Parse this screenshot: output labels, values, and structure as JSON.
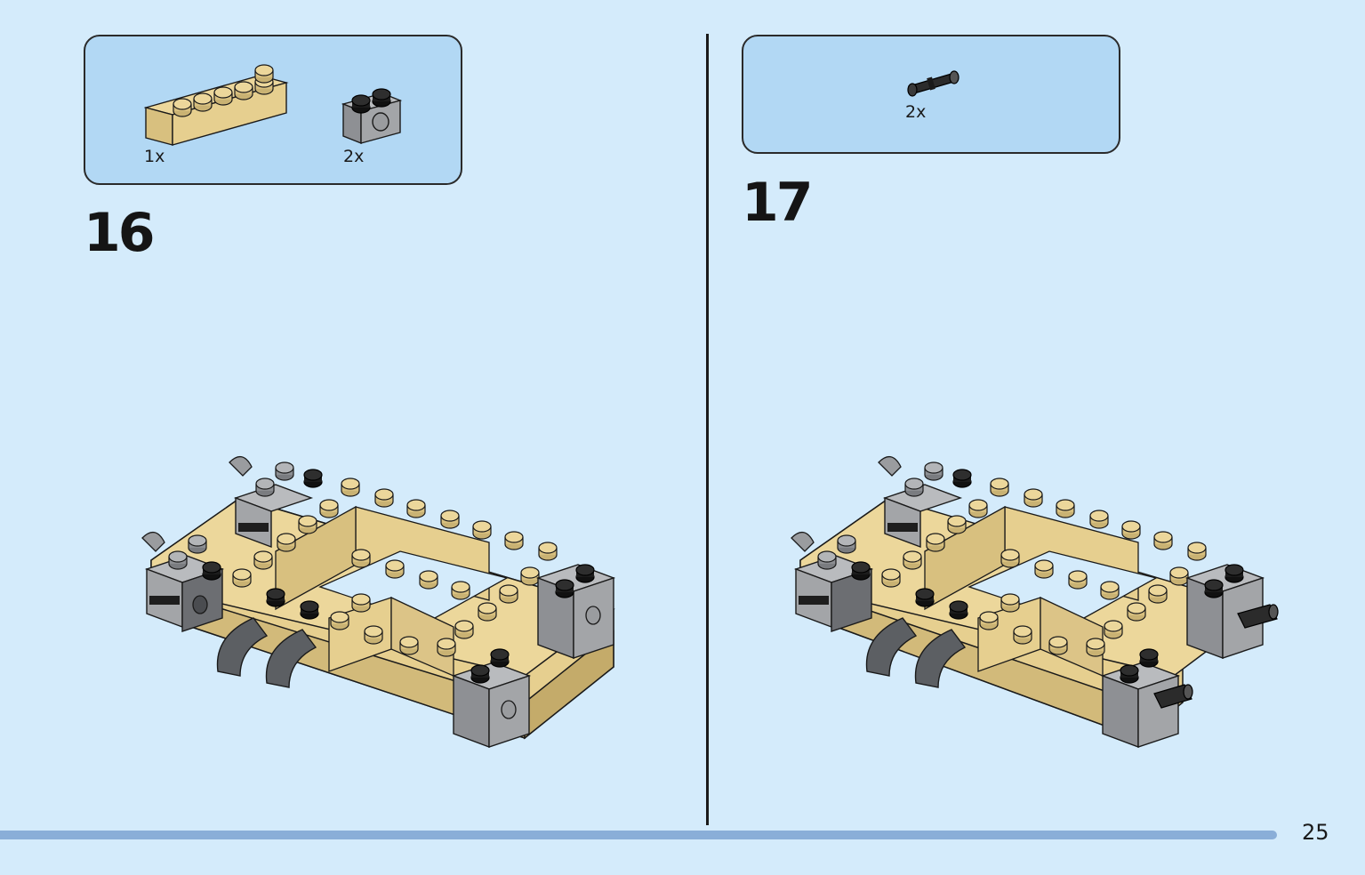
{
  "steps": [
    {
      "number": "16",
      "parts": [
        {
          "icon": "tan-1x6-brick-icon",
          "qty": "1x",
          "color": "#e6cf8f"
        },
        {
          "icon": "gray-technic-brick-1x2-icon",
          "qty": "2x",
          "color": "#a3a5a8"
        }
      ]
    },
    {
      "number": "17",
      "parts": [
        {
          "icon": "black-technic-pin-icon",
          "qty": "2x",
          "color": "#2b2b2b"
        }
      ]
    }
  ],
  "page": {
    "number": "25"
  },
  "colors": {
    "background": "#d4ebfb",
    "parts_box": "#b2d8f4",
    "progress_bar": "#8aaed8",
    "tan": "#e6cf8f",
    "tan_dark": "#c9b273",
    "gray": "#a3a5a8",
    "dark_gray": "#5c5f63",
    "black": "#1e1e1e"
  }
}
